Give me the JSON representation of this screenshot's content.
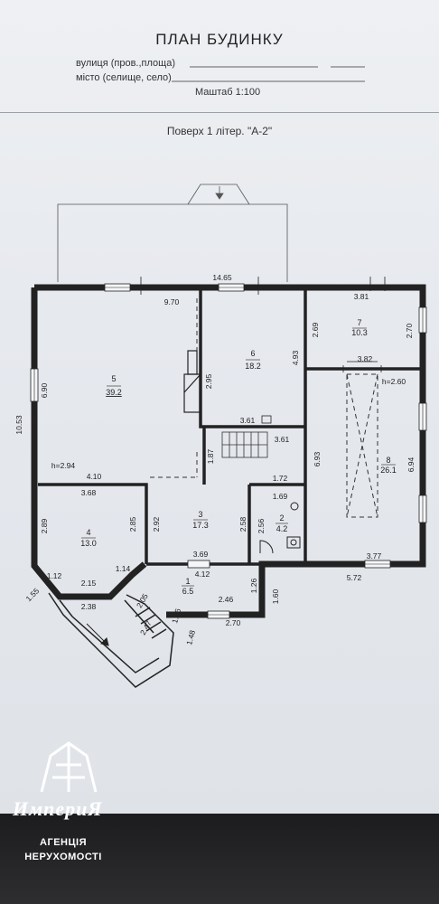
{
  "header": {
    "title": "ПЛАН БУДИНКУ",
    "street_label": "вулиця (пров.,площа)",
    "city_label": "місто (селище, село)",
    "scale": "Маштаб 1:100",
    "floor_title": "Поверх 1 літер. \"А-2\""
  },
  "rooms": [
    {
      "num": "1",
      "area": "6.5"
    },
    {
      "num": "2",
      "area": "4.2"
    },
    {
      "num": "3",
      "area": "17.3"
    },
    {
      "num": "4",
      "area": "13.0"
    },
    {
      "num": "5",
      "area": "39.2"
    },
    {
      "num": "6",
      "area": "18.2"
    },
    {
      "num": "7",
      "area": "10.3"
    },
    {
      "num": "8",
      "area": "26.1"
    }
  ],
  "dimensions": {
    "top_total": "14.65",
    "r5_top": "9.70",
    "left_total": "10.53",
    "r5_left": "6.90",
    "r5_bottom": "4.10",
    "h1": "h=2.94",
    "r6_right": "4.93",
    "r6_inner": "2.95",
    "r6_bottom": "3.61",
    "stair_top": "3.61",
    "stair_side": "1.87",
    "r7_top": "3.81",
    "r7_left": "2.69",
    "r7_right": "2.70",
    "r8_top": "3.82",
    "h2": "h=2.60",
    "r8_left": "6.93",
    "r8_right": "6.94",
    "r8_bottom": "3.77",
    "right_bottom": "5.72",
    "r4_top": "3.68",
    "r4_left": "2.89",
    "r4_right": "2.85",
    "r4_bot_l": "1.12",
    "r4_bottom": "2.15",
    "r4_bot_r": "1.14",
    "r3_left": "2.92",
    "r3_right": "2.58",
    "r3_bottom": "3.69",
    "r2_top": "1.72",
    "r2_inner": "1.69",
    "r2_left": "2.56",
    "r1_top": "4.12",
    "r1_right": "1.26",
    "r1_bottom": "2.46",
    "r1_outer": "1.60",
    "porch_bottom": "2.70",
    "porch_a": "1.26",
    "porch_b": "1.48",
    "bay_a": "2.05",
    "bay_b": "2.47",
    "bay_c": "2.38",
    "bay_d": "1.55"
  },
  "brand": {
    "name": "ИмпериЯ",
    "line1": "АГЕНЦІЯ",
    "line2": "НЕРУХОМОСТІ"
  }
}
